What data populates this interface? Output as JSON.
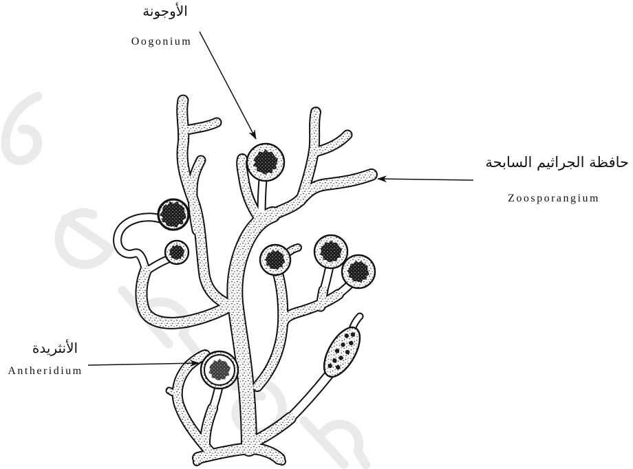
{
  "labels": {
    "oogonium": {
      "arabic": "الأوجونة",
      "english": "Oogonium"
    },
    "zoosporangium": {
      "arabic": "حافظة الجراثيم السابحة",
      "english": "Zoosporangium"
    },
    "antheridium": {
      "arabic": "الأنثريدة",
      "english": "Antheridium"
    }
  },
  "colors": {
    "ink": "#111111",
    "background": "#ffffff",
    "watermark": "#dcdcdc"
  }
}
